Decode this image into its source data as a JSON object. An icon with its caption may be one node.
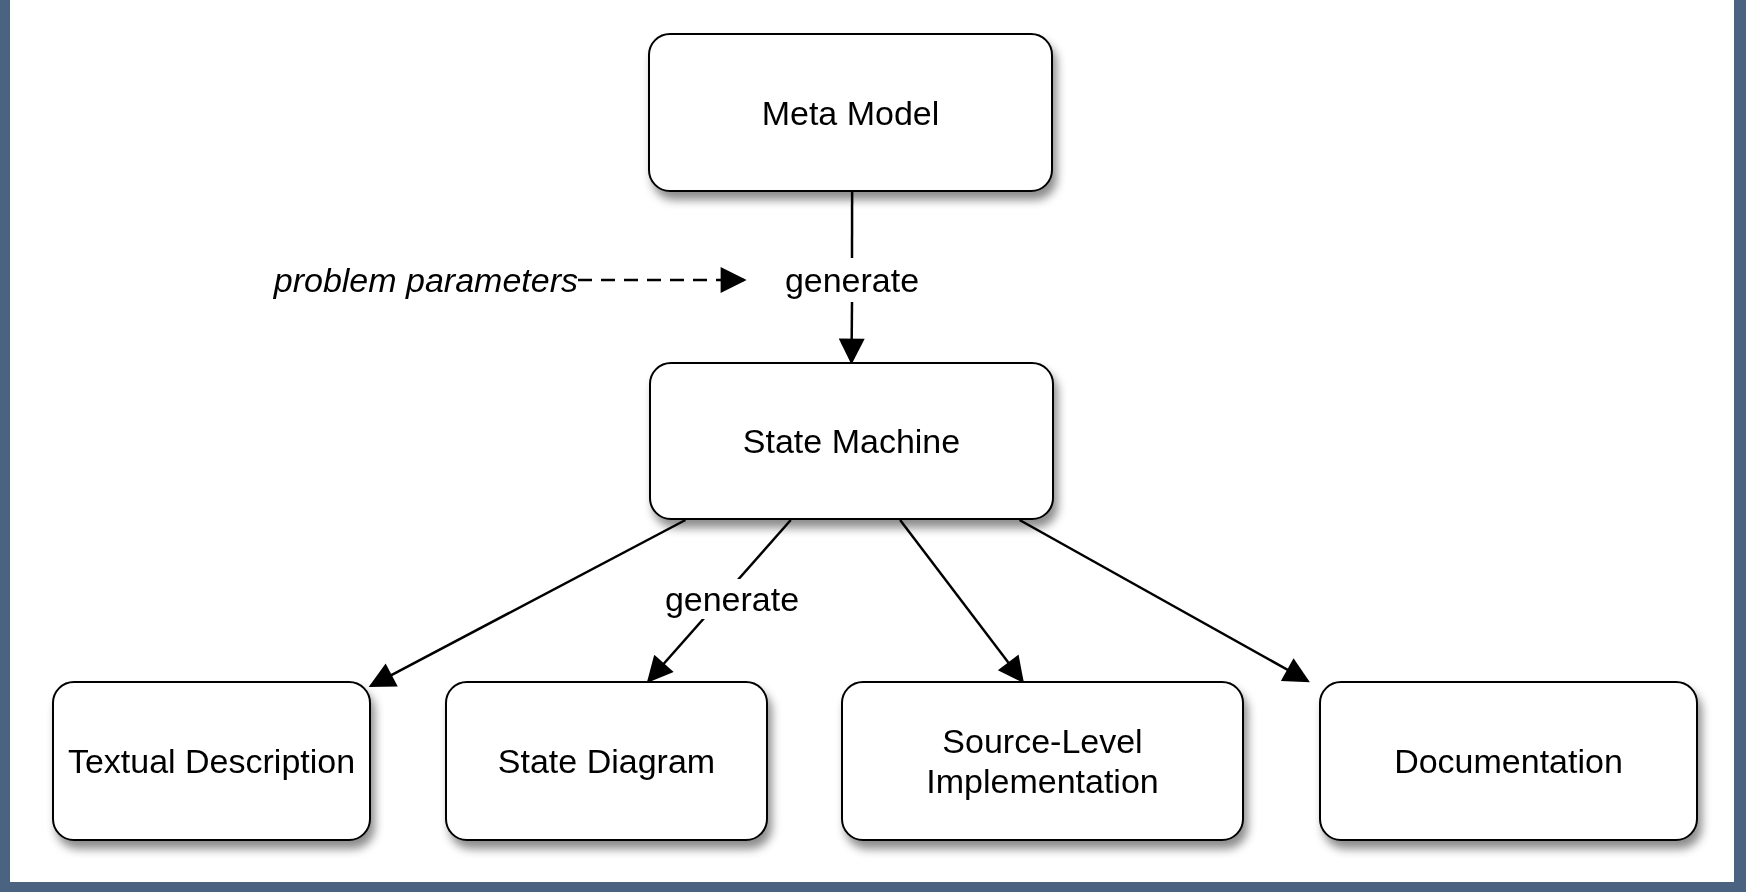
{
  "diagram": {
    "nodes": [
      {
        "text": [
          "Meta Model"
        ]
      },
      {
        "text": [
          "generate"
        ]
      },
      {
        "text": [
          "problem parameters"
        ]
      },
      {
        "text": [
          "State Machine"
        ]
      },
      {
        "text": [
          "Textual Description"
        ]
      },
      {
        "text": [
          "State Diagram"
        ]
      },
      {
        "text": [
          "Source-Level Implementation"
        ]
      },
      {
        "text": [
          "Documentation"
        ]
      }
    ],
    "edges": [
      {
        "from": 0,
        "to": 1,
        "arrow": "none"
      },
      {
        "from": 2,
        "to": 1,
        "arrow": "to",
        "style": "dashed"
      },
      {
        "from": 1,
        "to": 3,
        "arrow": "to"
      },
      {
        "from": 3,
        "to": 4,
        "arrow": "to"
      },
      {
        "from": 3,
        "to": 5,
        "arrow": "to",
        "label": "generate"
      },
      {
        "from": 3,
        "to": 6,
        "arrow": "to"
      },
      {
        "from": 3,
        "to": 7,
        "arrow": "to"
      }
    ]
  }
}
